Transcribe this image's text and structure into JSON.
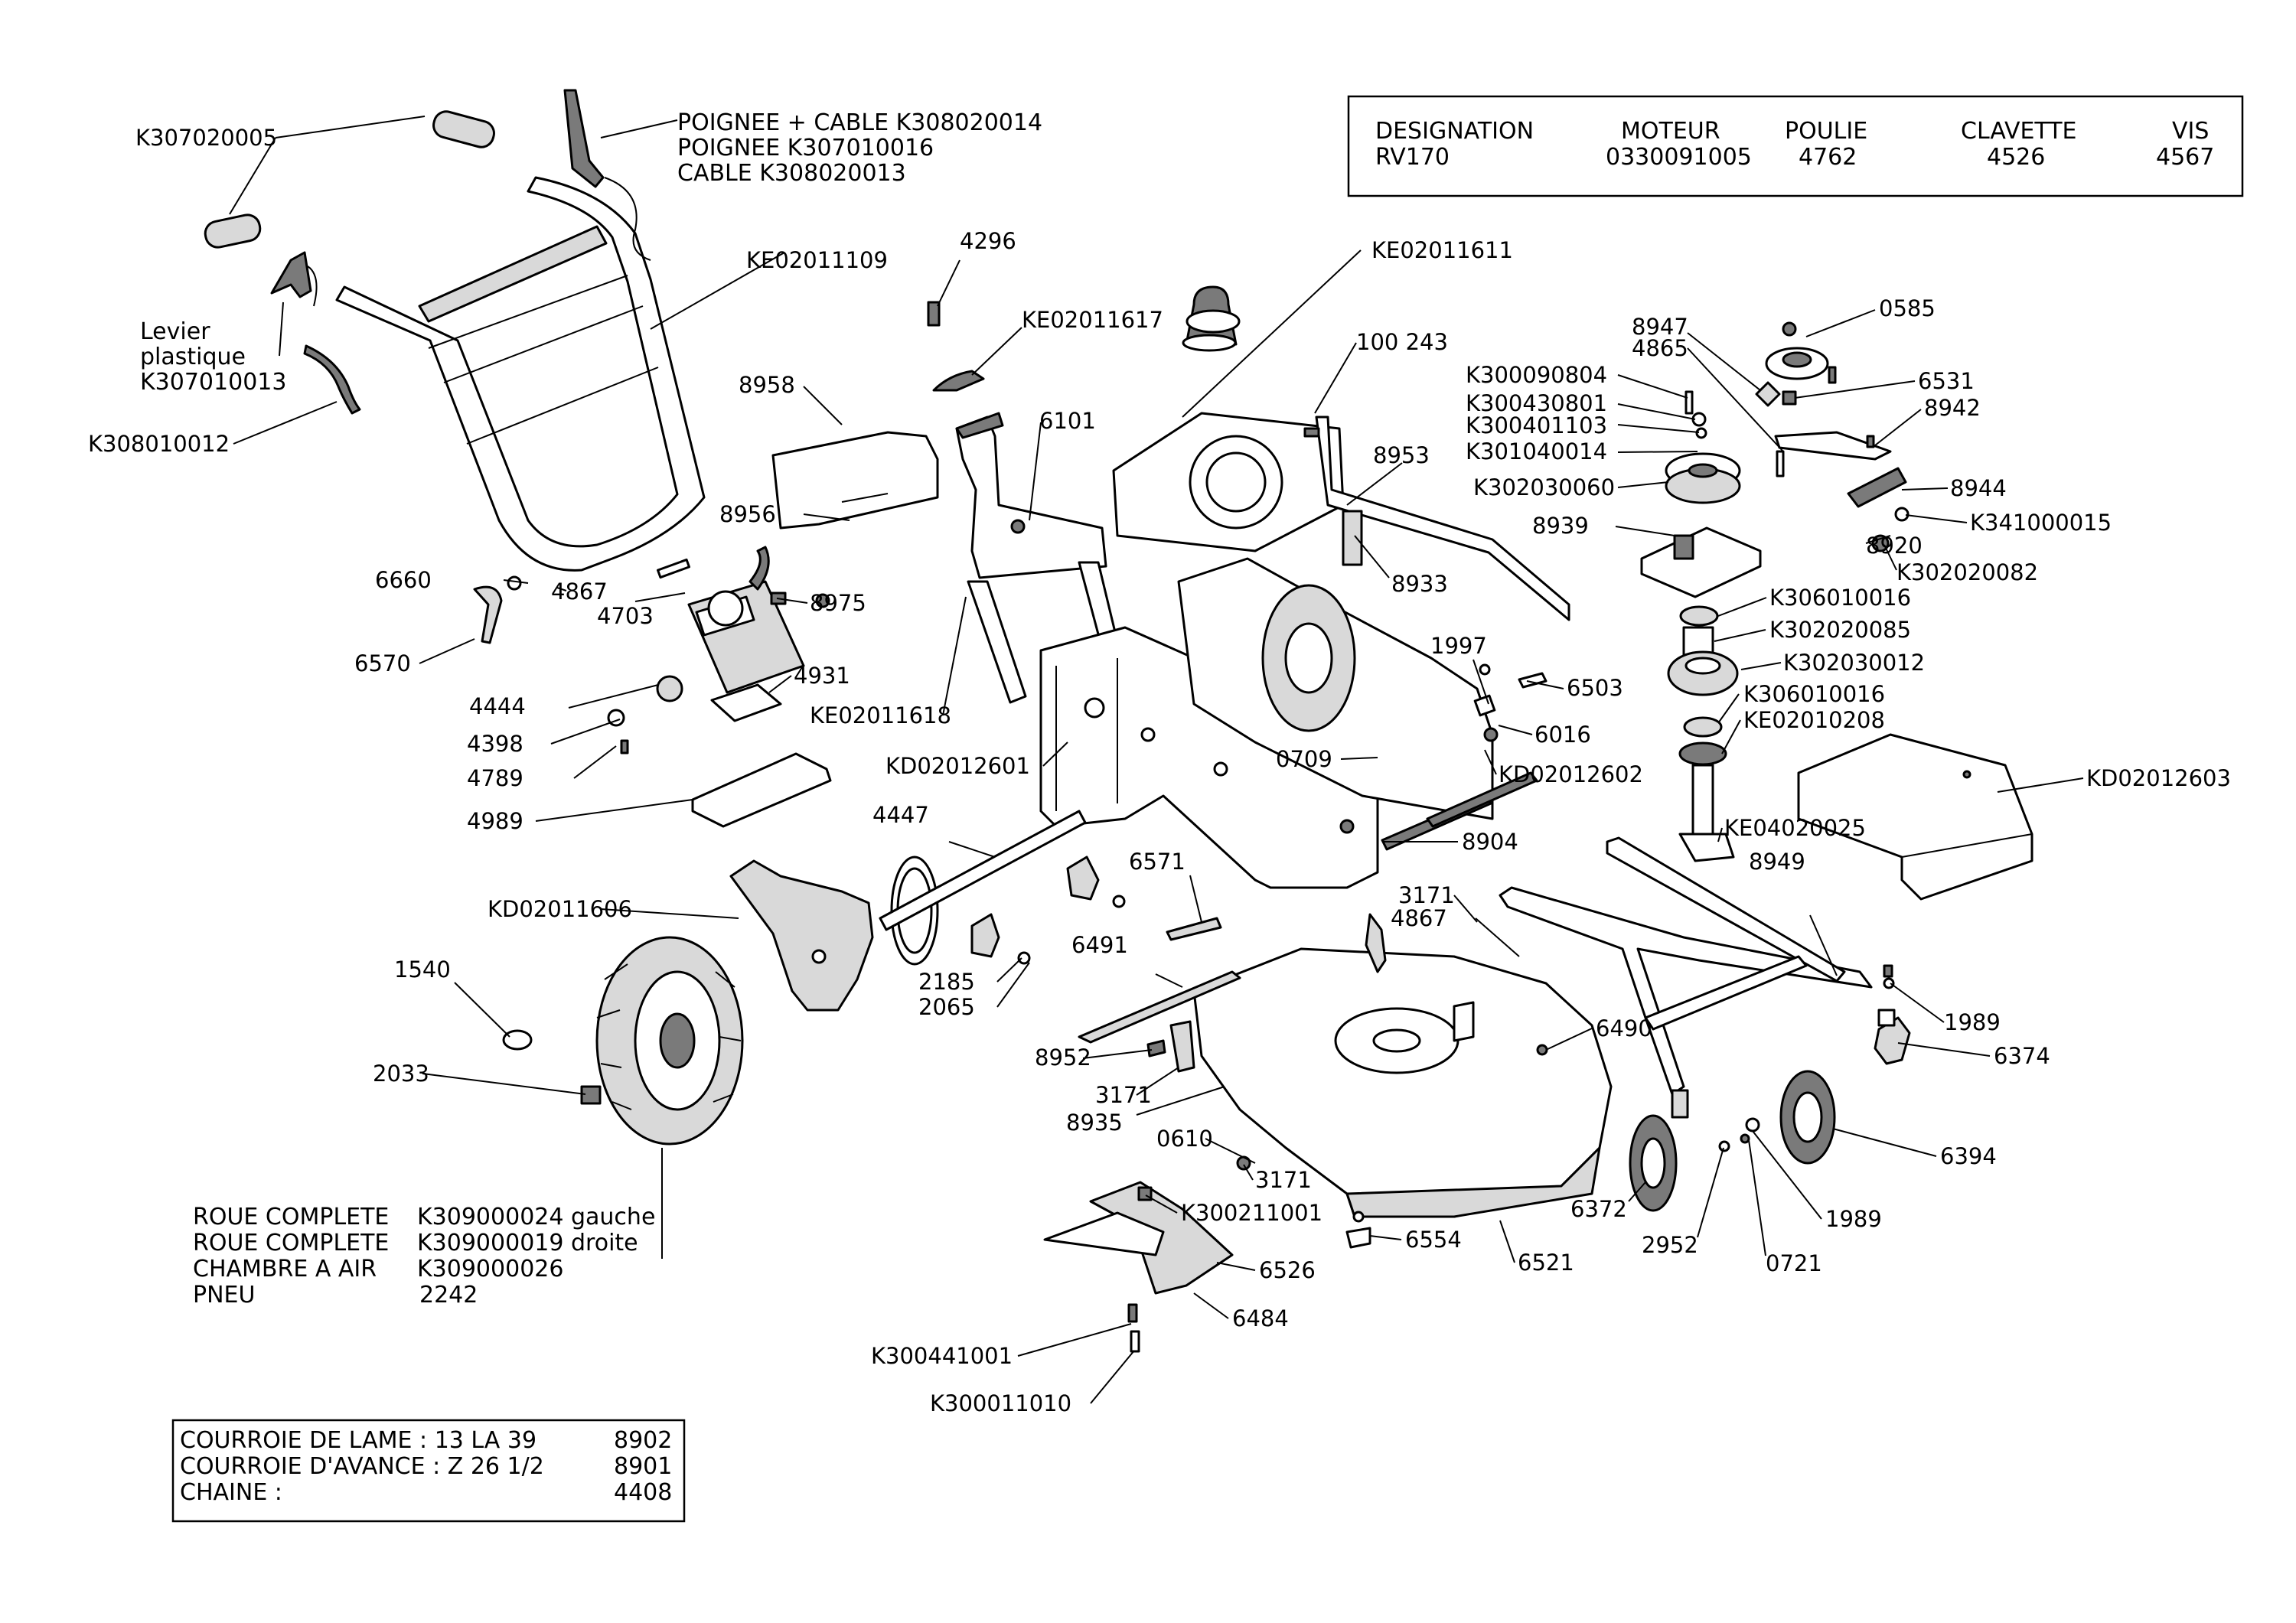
{
  "spec_table": {
    "headers": [
      "DESIGNATION",
      "MOTEUR",
      "POULIE",
      "CLAVETTE",
      "VIS"
    ],
    "row": [
      "RV170",
      "0330091005",
      "4762",
      "4526",
      "4567"
    ]
  },
  "belts_table": {
    "rows": [
      {
        "label": "COURROIE DE LAME : 13 LA 39",
        "ref": "8902"
      },
      {
        "label": "COURROIE D'AVANCE : Z 26 1/2",
        "ref": "8901"
      },
      {
        "label": "CHAINE :",
        "ref": "4408"
      }
    ]
  },
  "wheel_table": {
    "rows": [
      {
        "label": "ROUE COMPLETE",
        "ref": "K309000024 gauche"
      },
      {
        "label": "ROUE COMPLETE",
        "ref": "K309000019 droite"
      },
      {
        "label": "CHAMBRE A AIR",
        "ref": "K309000026"
      },
      {
        "label": "PNEU",
        "ref": "2242"
      }
    ]
  },
  "handle_labels": {
    "poignee_cable": "POIGNEE + CABLE K308020014",
    "poignee": "POIGNEE K307010016",
    "cable": "CABLE K308020013",
    "levier_1": "Levier",
    "levier_2": "plastique",
    "levier_3": "K307010013"
  },
  "callouts": [
    "K307020005",
    "KE02011109",
    "K308010012",
    "4296",
    "KE02011617",
    "8958",
    "6101",
    "8956",
    "KE02011611",
    "100 243",
    "8953",
    "K300090804",
    "K300430801",
    "K300401103",
    "K301040014",
    "K302030060",
    "8939",
    "8933",
    "8947",
    "4865",
    "0585",
    "6531",
    "8942",
    "8944",
    "K341000015",
    "8920",
    "K302020082",
    "K306010016",
    "K302020085",
    "K302030012",
    "K306010016",
    "KE02010208",
    "KD02012603",
    "6660",
    "4867",
    "8975",
    "4703",
    "6570",
    "4444",
    "4931",
    "4398",
    "KE02011618",
    "4789",
    "4989",
    "KD02012601",
    "1997",
    "6503",
    "6016",
    "0709",
    "KD02012602",
    "8904",
    "KE04020025",
    "8949",
    "4447",
    "KD02011606",
    "6571",
    "3171",
    "4867",
    "6491",
    "1540",
    "2185",
    "2065",
    "8952",
    "6490",
    "1989",
    "6374",
    "2033",
    "3171",
    "8935",
    "0610",
    "3171",
    "6394",
    "6372",
    "1989",
    "2952",
    "0721",
    "K300211001",
    "6554",
    "6521",
    "6526",
    "6484",
    "K300441001",
    "K300011010"
  ]
}
